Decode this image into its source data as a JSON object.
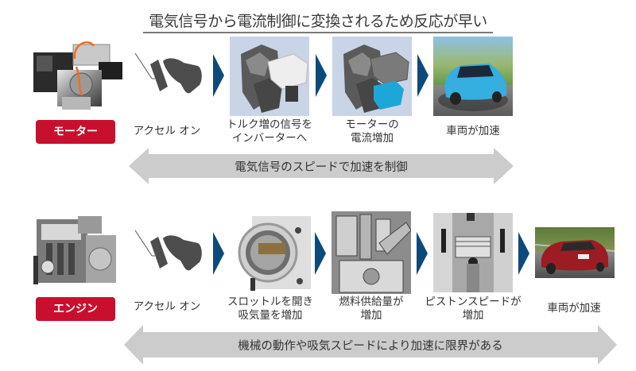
{
  "headline": "電気信号から電流制御に変換されるため反応が早い",
  "colors": {
    "badge_red": "#c8102e",
    "chevron_blue": "#0d4a7c",
    "arrow_gray": "#cccccc",
    "headline_rule": "#7a7a7a"
  },
  "motor_row": {
    "badge": "モーター",
    "steps": [
      {
        "icon": "accelerator-pedal-icon",
        "label_1": "アクセル オン",
        "label_2": ""
      },
      {
        "icon": "inverter-highlight-image",
        "label_1": "トルク増の信号を",
        "label_2": "インバーターへ"
      },
      {
        "icon": "motor-highlight-image",
        "label_1": "モーターの",
        "label_2": "電流増加"
      },
      {
        "icon": "blue-car-image",
        "label_1": "車両が加速",
        "label_2": ""
      }
    ],
    "arrow_text": "電気信号のスピードで加速を制御"
  },
  "engine_row": {
    "badge": "エンジン",
    "steps": [
      {
        "icon": "accelerator-pedal-icon",
        "label_1": "アクセル オン",
        "label_2": ""
      },
      {
        "icon": "throttle-body-image",
        "label_1": "スロットルを開き",
        "label_2": "吸気量を増加"
      },
      {
        "icon": "fuel-injection-image",
        "label_1": "燃料供給量が",
        "label_2": "増加"
      },
      {
        "icon": "piston-image",
        "label_1": "ピストンスピードが",
        "label_2": "増加"
      },
      {
        "icon": "red-car-image",
        "label_1": "車両が加速",
        "label_2": ""
      }
    ],
    "arrow_text": "機械の動作や吸気スピードにより加速に限界がある"
  }
}
